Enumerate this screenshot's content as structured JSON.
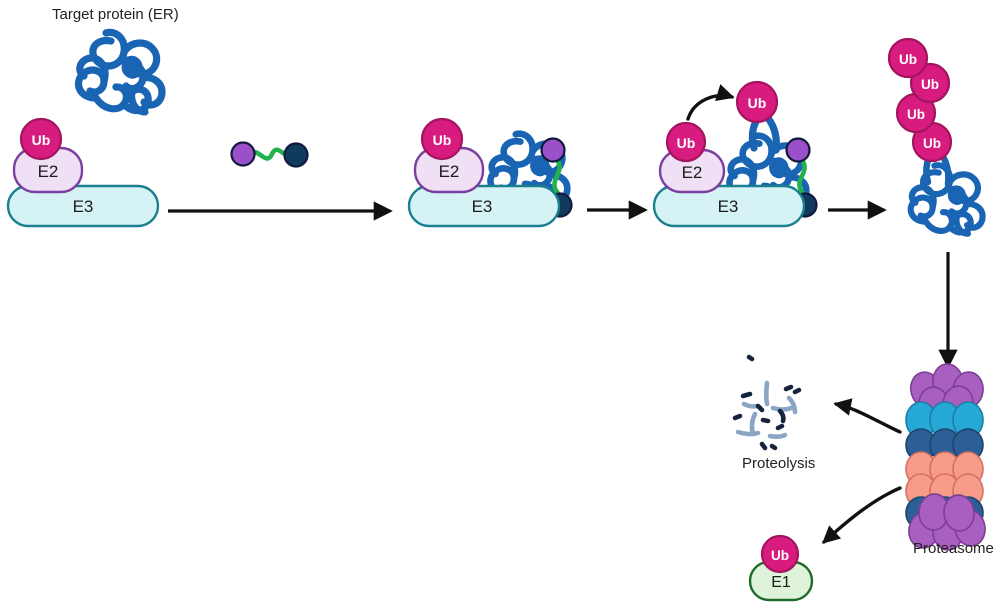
{
  "diagram": {
    "title_visible": false,
    "labels": {
      "target_protein": "Target protein (ER)",
      "proteolysis": "Proteolysis",
      "proteasome": "Proteasome"
    },
    "entities": {
      "e1": "E1",
      "e2": "E2",
      "e3": "E3",
      "ub": "Ub"
    },
    "colors": {
      "ub_fill": "#d81b7f",
      "ub_stroke": "#a3145f",
      "ub_text": "#ffffff",
      "e2_fill": "#efe0f5",
      "e2_stroke": "#7b3f9d",
      "e3_fill": "#d5f2f5",
      "e3_stroke": "#1a7f8e",
      "e1_fill": "#dff3da",
      "e1_stroke": "#1f6b2a",
      "protein_blue": "#1a64b4",
      "protac_warhead": "#9b4fc8",
      "protac_ligand": "#103a5e",
      "protac_linker": "#22b14c",
      "arrow": "#111111",
      "proteasome_purple": "#a85fc0",
      "proteasome_cyan": "#27a9d8",
      "proteasome_navy": "#2b5f96",
      "proteasome_salmon": "#f79b8a",
      "fragment_light": "#8ba6c4",
      "fragment_dark": "#16233c",
      "text": "#222222"
    },
    "steps": [
      {
        "id": "step-1",
        "name": "e3-e2-ub-complex",
        "parts": [
          "E3",
          "E2",
          "Ub"
        ]
      },
      {
        "id": "step-2",
        "name": "protac-molecule",
        "parts": [
          "warhead",
          "linker",
          "ligand"
        ]
      },
      {
        "id": "step-3",
        "name": "ternary-complex",
        "parts": [
          "E3",
          "E2",
          "Ub",
          "Target protein",
          "PROTAC"
        ]
      },
      {
        "id": "step-4",
        "name": "ubiquitin-transfer",
        "parts": [
          "E3",
          "E2",
          "Ub",
          "Target protein",
          "PROTAC",
          "transfer arrow"
        ]
      },
      {
        "id": "step-5",
        "name": "polyubiquitinated-protein",
        "ub_count": 4
      },
      {
        "id": "step-6",
        "name": "proteasome"
      },
      {
        "id": "step-7",
        "name": "proteolysis-fragments"
      },
      {
        "id": "step-8",
        "name": "e1-ub-recycled",
        "parts": [
          "E1",
          "Ub"
        ]
      }
    ],
    "arrows": [
      {
        "id": "arrow-1",
        "from": "step-1",
        "to": "step-3",
        "direction": "right"
      },
      {
        "id": "arrow-2",
        "from": "step-3",
        "to": "step-4",
        "direction": "right"
      },
      {
        "id": "arrow-3",
        "from": "step-4",
        "to": "step-5",
        "direction": "right"
      },
      {
        "id": "arrow-4",
        "from": "step-5",
        "to": "step-6",
        "direction": "down"
      },
      {
        "id": "arrow-5",
        "from": "step-6",
        "to": "step-7",
        "direction": "curved-left"
      },
      {
        "id": "arrow-6",
        "from": "step-6",
        "to": "step-8",
        "direction": "curved-down-left"
      },
      {
        "id": "arrow-ub-transfer",
        "from": "E2-Ub",
        "to": "target-protein",
        "direction": "curved-up-right"
      }
    ],
    "ub_chain_count": 4
  }
}
